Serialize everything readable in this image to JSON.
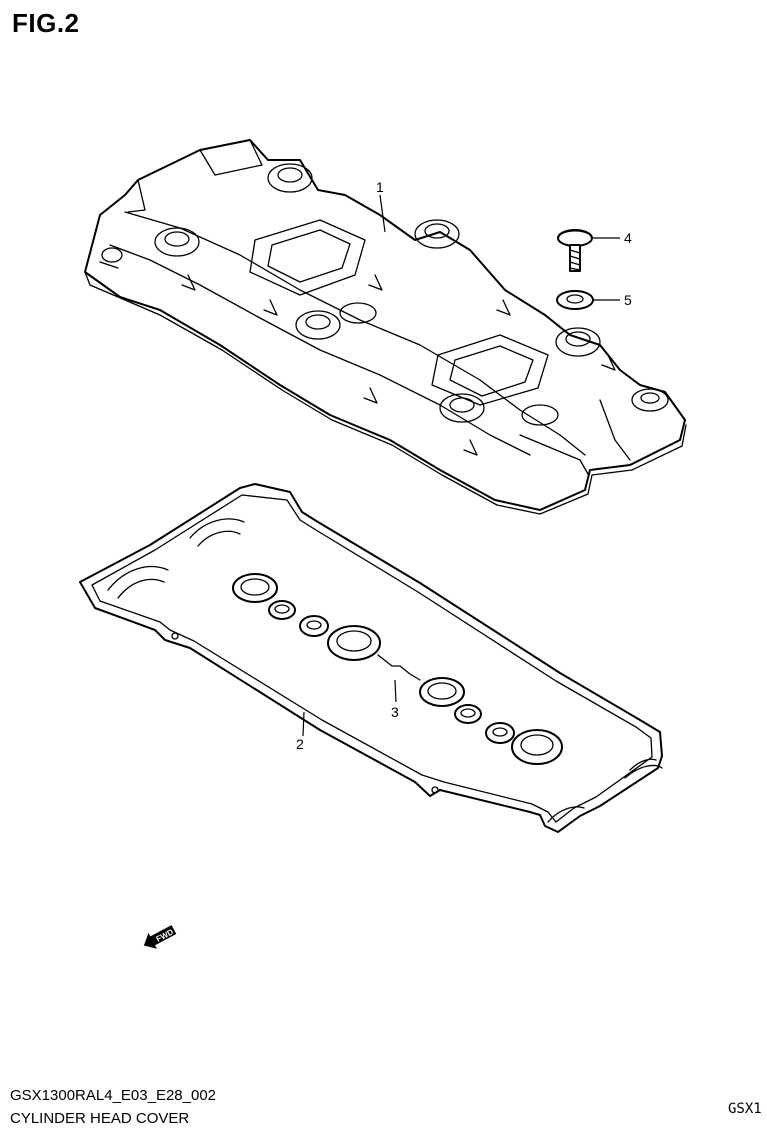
{
  "figure": {
    "title": "FIG.2"
  },
  "callouts": [
    {
      "number": "1",
      "part": "cylinder-head-cover"
    },
    {
      "number": "2",
      "part": "head-cover-gasket"
    },
    {
      "number": "3",
      "part": "plug-hole-gasket"
    },
    {
      "number": "4",
      "part": "bolt"
    },
    {
      "number": "5",
      "part": "washer"
    }
  ],
  "direction_marker": {
    "text": "FWD",
    "icon": "forward-arrow-icon"
  },
  "footer": {
    "code": "GSX1300RAL4_E03_E28_002",
    "name": "CYLINDER HEAD COVER",
    "right_text": "GSX1"
  }
}
